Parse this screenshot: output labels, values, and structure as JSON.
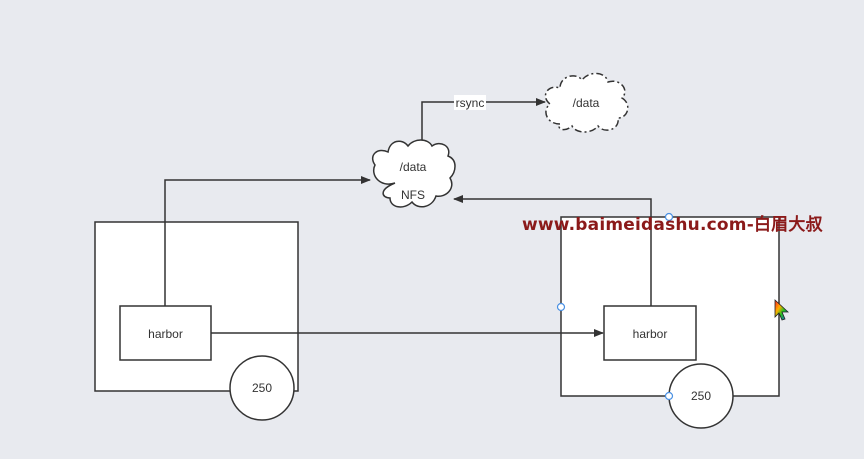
{
  "diagram": {
    "cloud_top": {
      "text": "/data"
    },
    "cloud_nfs": {
      "line1": "/data",
      "line2": "NFS"
    },
    "edge_rsync": {
      "label": "rsync"
    },
    "left_host": {
      "app_label": "harbor",
      "circle_label": "250"
    },
    "right_host": {
      "app_label": "harbor",
      "circle_label": "250"
    }
  },
  "watermark": {
    "text": "www.baimeidashu.com-白眉大叔"
  },
  "colors": {
    "background": "#e8eaef",
    "stroke": "#333333",
    "fill": "#ffffff",
    "selection_handle": "#4a90e2",
    "watermark": "#8b1a1a"
  },
  "icons": {
    "cursor": "colored-arrow-cursor-icon"
  }
}
